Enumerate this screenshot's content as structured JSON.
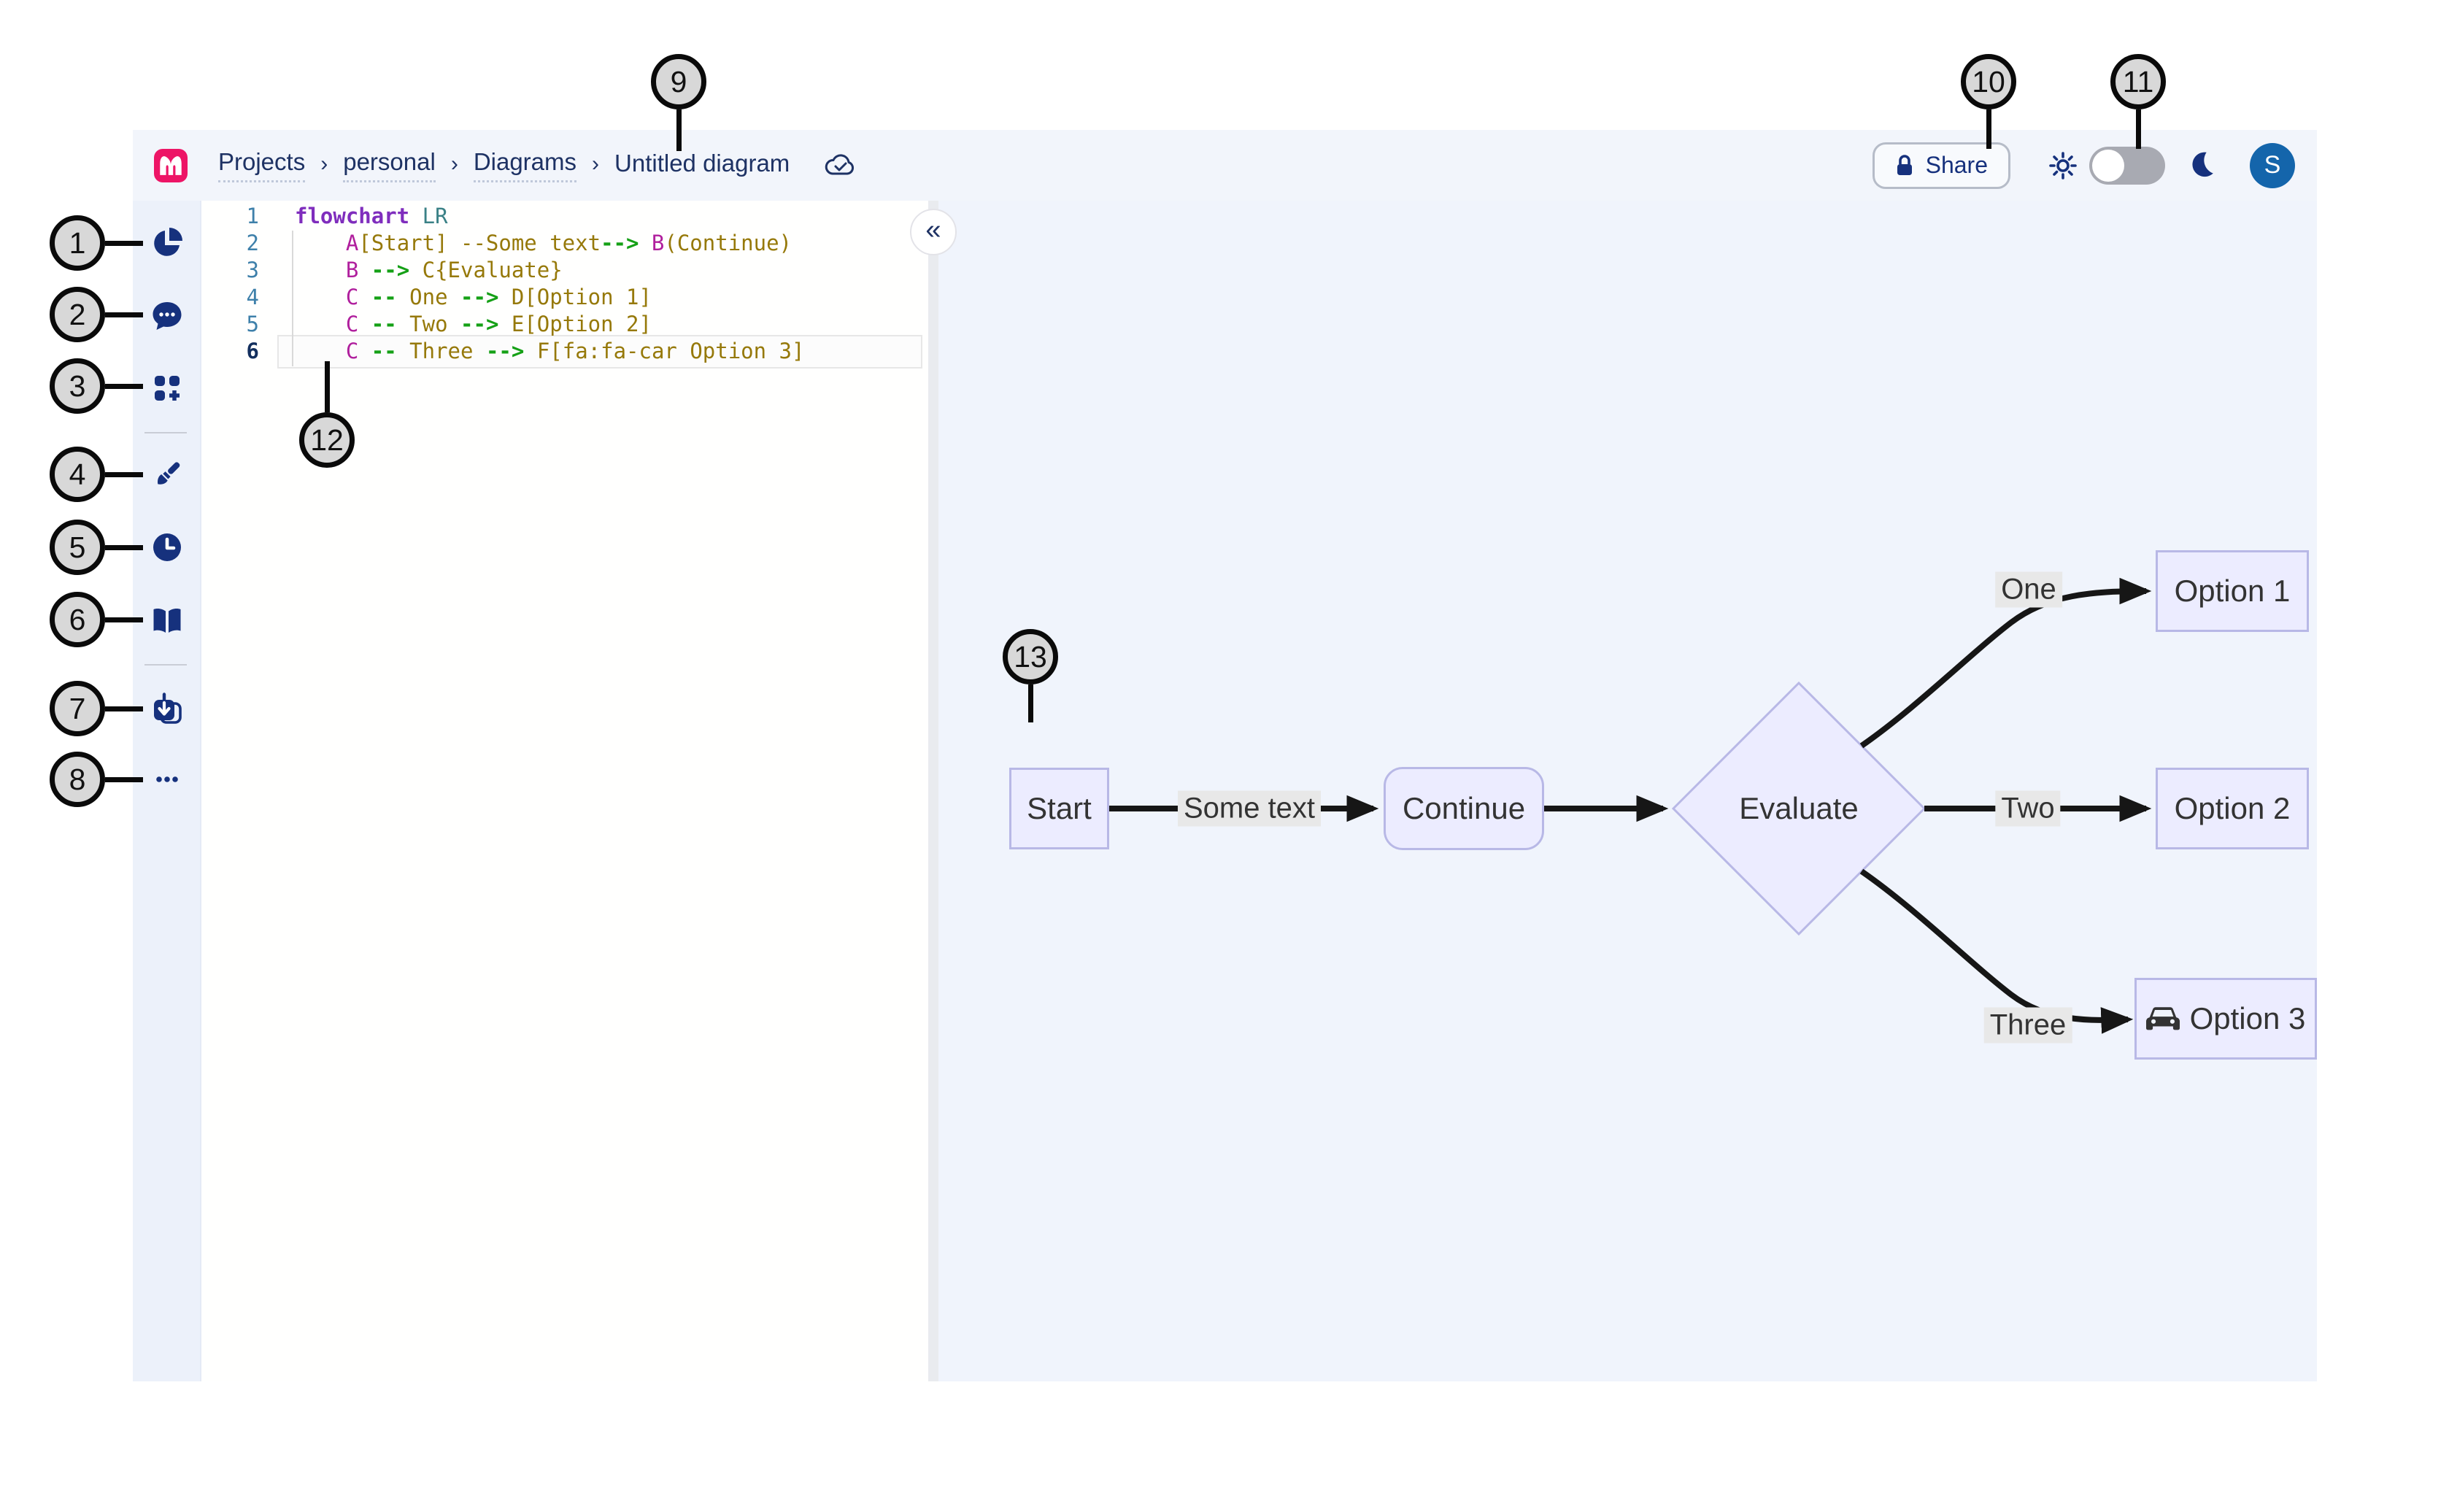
{
  "colors": {
    "logo_pink": "#ed1566",
    "navy": "#16317d",
    "breadcrumb_text": "#1e3264",
    "avatar_blue": "#1465ab",
    "node_fill": "#ececff",
    "node_stroke": "#b8b8e6",
    "edge_black": "#161616",
    "edge_label_bg": "#e8e8e8",
    "code_keyword": "#7f2dbd",
    "code_type": "#3a8186",
    "code_id": "#b01f9d",
    "code_string": "#96790a",
    "code_arrow": "#15a016",
    "line_number": "#3e80aa"
  },
  "header": {
    "breadcrumbs": [
      "Projects",
      "personal",
      "Diagrams",
      "Untitled diagram"
    ],
    "breadcrumb_separator": "›",
    "share_label": "Share",
    "avatar_initial": "S"
  },
  "icons": {
    "collapse_chevrons": "«",
    "sidebar": [
      "pie-chart",
      "chat-bubble",
      "templates-grid-plus",
      "paintbrush",
      "history-clock",
      "documentation-book",
      "export-download",
      "more-ellipsis"
    ]
  },
  "editor": {
    "lines": [
      {
        "num": "1",
        "tokens": [
          "flowchart",
          " ",
          "LR"
        ]
      },
      {
        "num": "2",
        "tokens": [
          "    ",
          "A",
          "[Start] ",
          "--Some text",
          "-->",
          " ",
          "B",
          "(Continue)"
        ]
      },
      {
        "num": "3",
        "tokens": [
          "    ",
          "B",
          " ",
          "-->",
          " ",
          "C{Evaluate}"
        ]
      },
      {
        "num": "4",
        "tokens": [
          "    ",
          "C",
          " ",
          "--",
          " ",
          "One",
          " ",
          "-->",
          " ",
          "D[Option 1]"
        ]
      },
      {
        "num": "5",
        "tokens": [
          "    ",
          "C",
          " ",
          "--",
          " ",
          "Two",
          " ",
          "-->",
          " ",
          "E[Option 2]"
        ]
      },
      {
        "num": "6",
        "tokens": [
          "    ",
          "C",
          " ",
          "--",
          " ",
          "Three",
          " ",
          "-->",
          " ",
          "F[fa:fa-car Option 3]"
        ]
      }
    ]
  },
  "diagram": {
    "nodes": {
      "start": "Start",
      "continue": "Continue",
      "evaluate": "Evaluate",
      "option1": "Option 1",
      "option2": "Option 2",
      "option3": "Option 3"
    },
    "edge_labels": {
      "some_text": "Some text",
      "one": "One",
      "two": "Two",
      "three": "Three"
    }
  },
  "callouts": [
    "1",
    "2",
    "3",
    "4",
    "5",
    "6",
    "7",
    "8",
    "9",
    "10",
    "11",
    "12",
    "13"
  ]
}
